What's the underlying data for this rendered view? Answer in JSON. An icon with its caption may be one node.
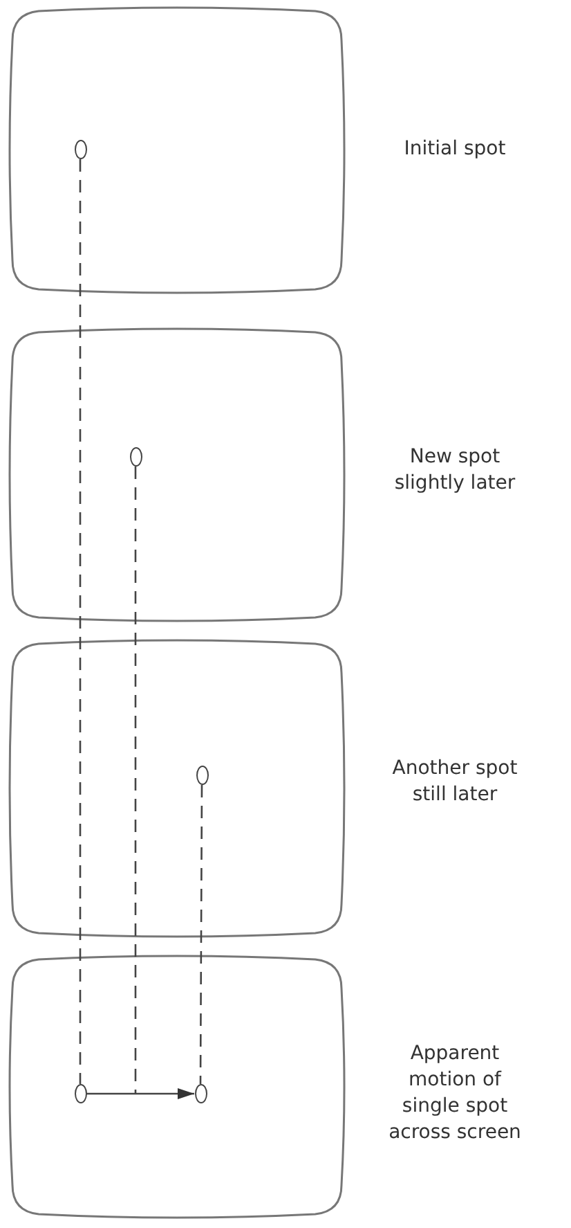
{
  "diagram": {
    "nodes": [
      {
        "text": [],
        "shape": "box",
        "beside": [
          "Initial spot"
        ]
      },
      {
        "text": [],
        "shape": "circle",
        "in": 0
      },
      {
        "text": [],
        "shape": "box",
        "beside": [
          "New spot slightly later"
        ]
      },
      {
        "text": [],
        "shape": "circle",
        "in": 2
      },
      {
        "text": [],
        "shape": "box",
        "beside": [
          "Another spot still later"
        ]
      },
      {
        "text": [],
        "shape": "circle",
        "in": 4
      },
      {
        "text": [],
        "shape": "box",
        "beside": [
          "Apparent motion of single spot across screen"
        ]
      },
      {
        "text": [],
        "shape": "circle",
        "in": 6
      },
      {
        "text": [],
        "shape": "circle",
        "in": 6
      }
    ],
    "edges": [
      {
        "from": 1,
        "to": 7,
        "arrow": "none",
        "style": "dashed"
      },
      {
        "from": 3,
        "to": null,
        "arrow": "none",
        "style": "dashed"
      },
      {
        "from": 5,
        "to": 8,
        "arrow": "none",
        "style": "dashed"
      },
      {
        "from": 7,
        "to": 8,
        "arrow": "to"
      }
    ]
  }
}
